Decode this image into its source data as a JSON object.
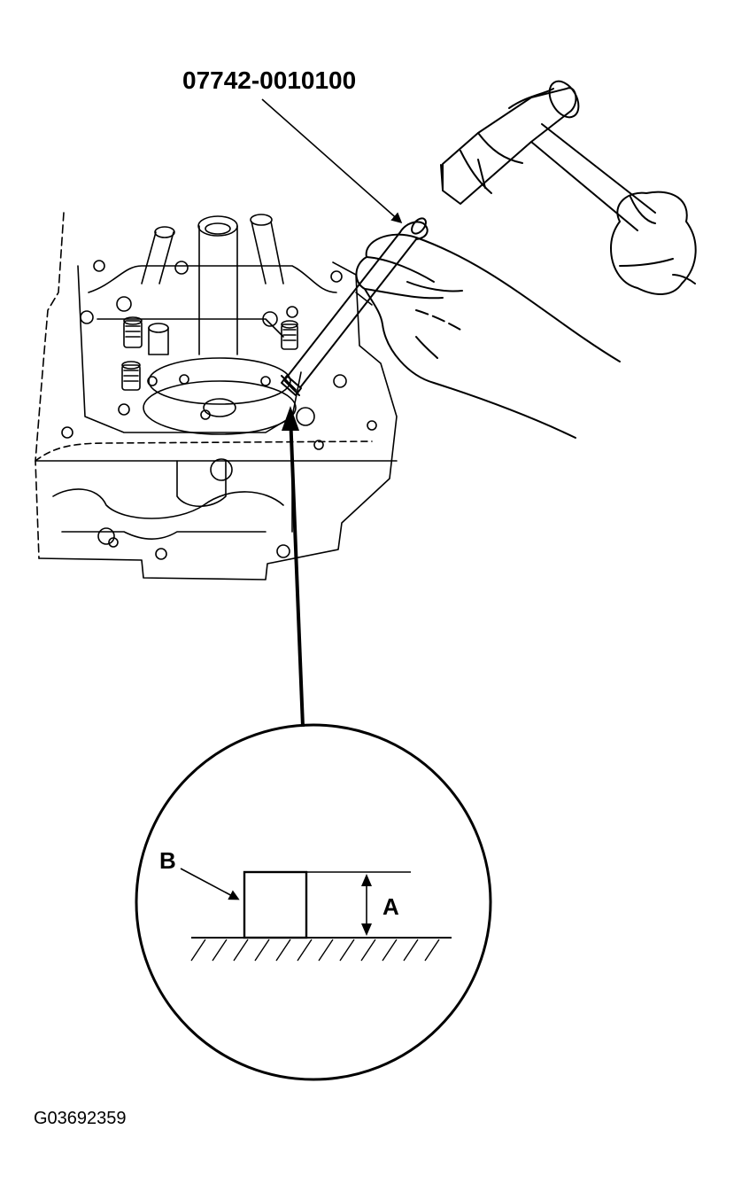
{
  "labels": {
    "tool_part_number": "07742-0010100",
    "detail_b": "B",
    "detail_a": "A",
    "figure_code": "G03692359"
  },
  "colors": {
    "ink": "#000000",
    "paper": "#ffffff"
  }
}
